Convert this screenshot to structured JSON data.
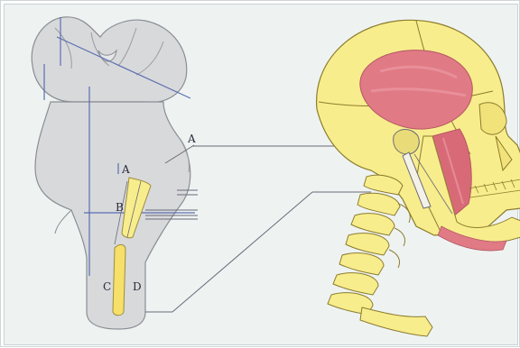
{
  "labels": {
    "a": "A",
    "b": "B",
    "c": "C",
    "d": "D",
    "e": "A"
  },
  "colors": {
    "bone": "#f8ed8c",
    "muscle": "#e07a85",
    "brainstem": "#d8d9db",
    "nerve_line": "#6a6a78",
    "axis_blue": "#5a6fb0",
    "background": "#eef3f2"
  }
}
